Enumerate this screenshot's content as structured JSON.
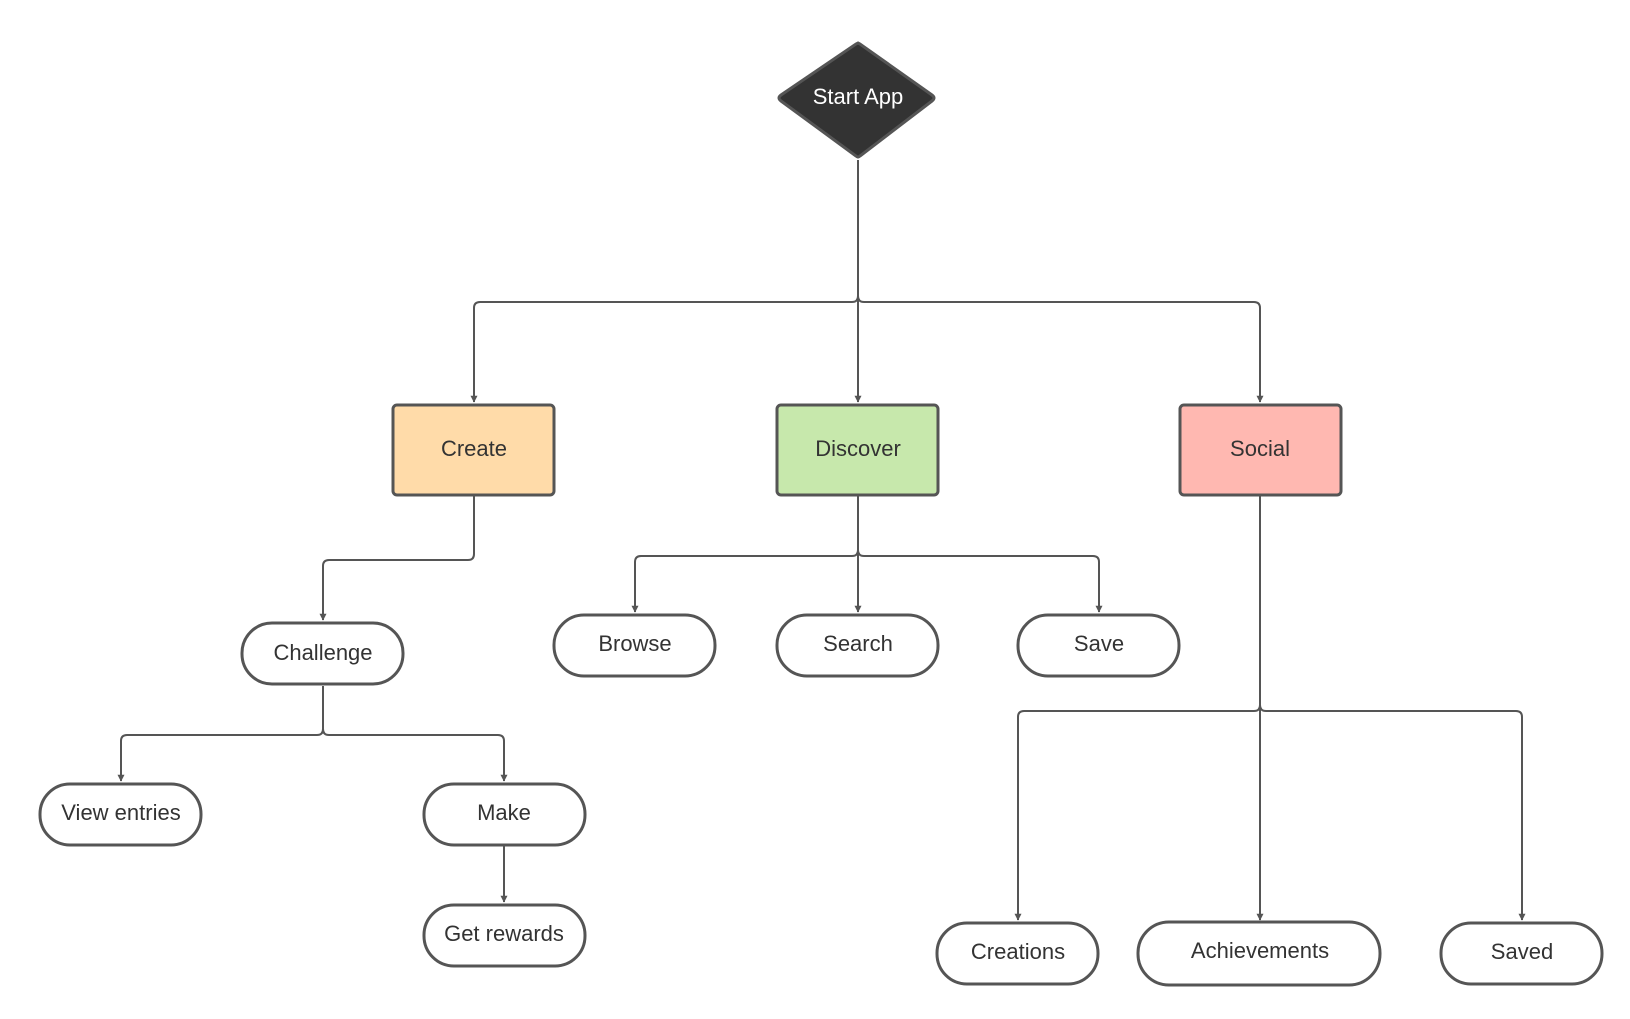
{
  "diagram": {
    "nodes": {
      "start": {
        "label": "Start App",
        "fill": "#333333"
      },
      "create": {
        "label": "Create",
        "fill": "#FFDBA9"
      },
      "discover": {
        "label": "Discover",
        "fill": "#C7E8AC"
      },
      "social": {
        "label": "Social",
        "fill": "#FFB8B1"
      },
      "challenge": {
        "label": "Challenge"
      },
      "view_entries": {
        "label": "View entries"
      },
      "make": {
        "label": "Make"
      },
      "get_rewards": {
        "label": "Get rewards"
      },
      "browse": {
        "label": "Browse"
      },
      "search": {
        "label": "Search"
      },
      "save": {
        "label": "Save"
      },
      "creations": {
        "label": "Creations"
      },
      "achievements": {
        "label": "Achievements"
      },
      "saved": {
        "label": "Saved"
      }
    },
    "colors": {
      "line": "#555555",
      "terminal_fill": "#ffffff",
      "text": "#333333"
    }
  }
}
